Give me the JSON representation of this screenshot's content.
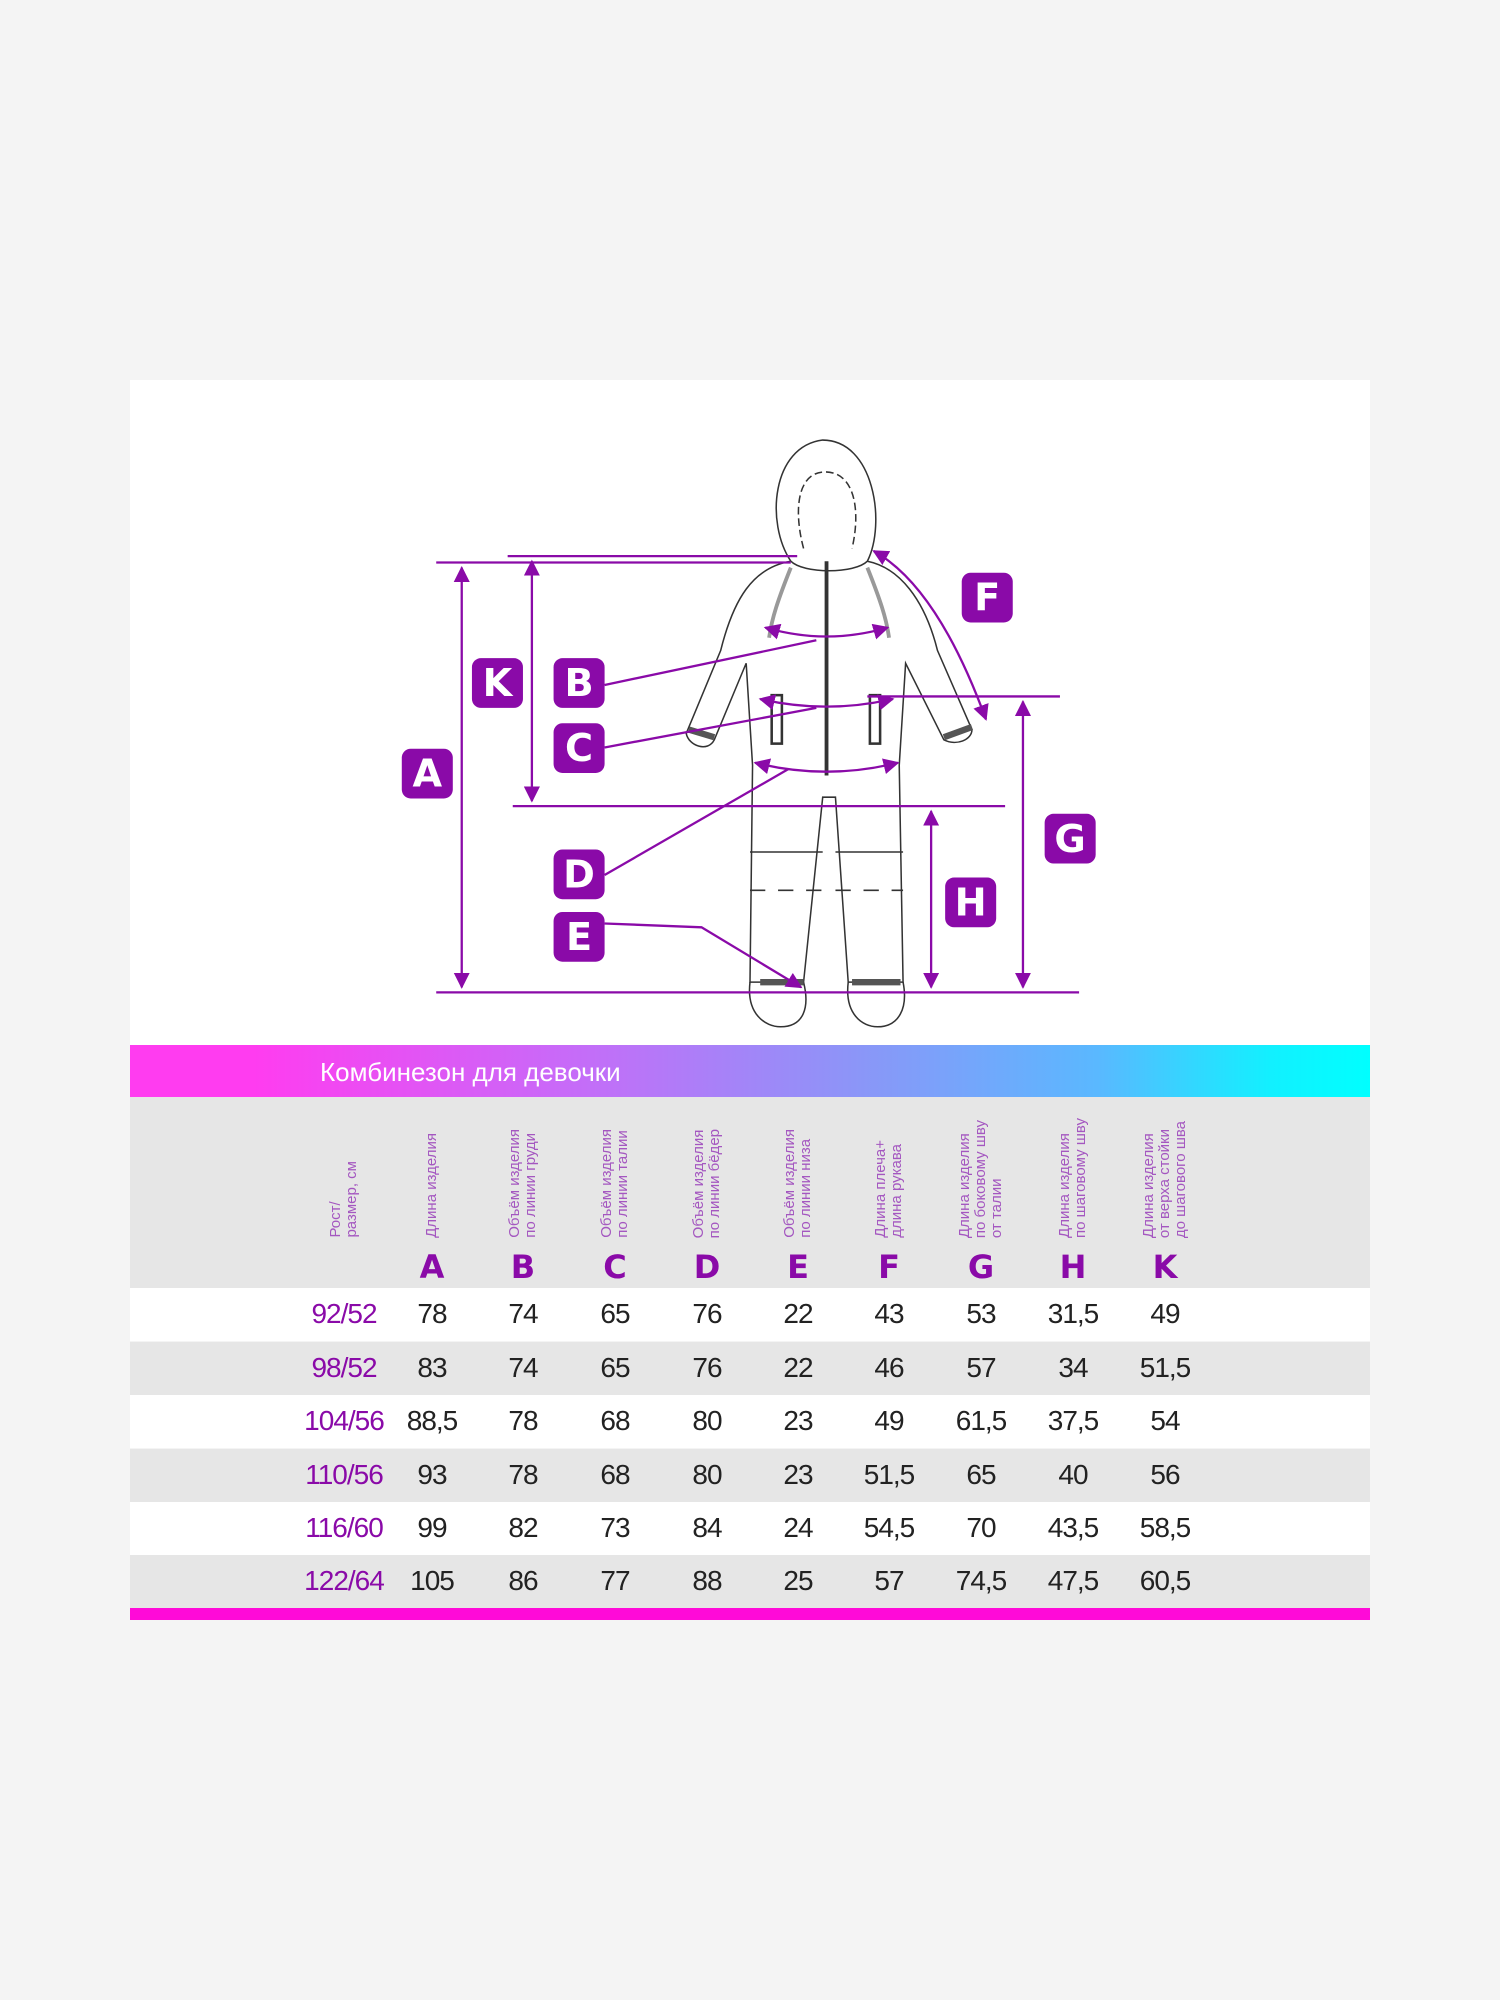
{
  "diagram": {
    "labels": [
      "A",
      "B",
      "C",
      "D",
      "E",
      "F",
      "G",
      "H",
      "K"
    ],
    "accent_color": "#8a0aa8"
  },
  "table": {
    "title": "Комбинезон для девочки",
    "size_header": "Рост/\nразмер, см",
    "columns": [
      {
        "letter": "A",
        "desc": "Длина изделия"
      },
      {
        "letter": "B",
        "desc": "Объём изделия\nпо линии груди"
      },
      {
        "letter": "C",
        "desc": "Объём изделия\nпо линии талии"
      },
      {
        "letter": "D",
        "desc": "Объём изделия\nпо линии бёдер"
      },
      {
        "letter": "E",
        "desc": "Объём изделия\nпо линии низа"
      },
      {
        "letter": "F",
        "desc": "Длина плеча+\nдлина рукава"
      },
      {
        "letter": "G",
        "desc": "Длина изделия\nпо боковому шву\nот талии"
      },
      {
        "letter": "H",
        "desc": "Длина изделия\nпо шаговому шву"
      },
      {
        "letter": "K",
        "desc": "Длина изделия\nот верха стойки\nдо шагового шва"
      }
    ],
    "rows": [
      {
        "size": "92/52",
        "values": [
          "78",
          "74",
          "65",
          "76",
          "22",
          "43",
          "53",
          "31,5",
          "49"
        ]
      },
      {
        "size": "98/52",
        "values": [
          "83",
          "74",
          "65",
          "76",
          "22",
          "46",
          "57",
          "34",
          "51,5"
        ]
      },
      {
        "size": "104/56",
        "values": [
          "88,5",
          "78",
          "68",
          "80",
          "23",
          "49",
          "61,5",
          "37,5",
          "54"
        ]
      },
      {
        "size": "110/56",
        "values": [
          "93",
          "78",
          "68",
          "80",
          "23",
          "51,5",
          "65",
          "40",
          "56"
        ]
      },
      {
        "size": "116/60",
        "values": [
          "99",
          "82",
          "73",
          "84",
          "24",
          "54,5",
          "70",
          "43,5",
          "58,5"
        ]
      },
      {
        "size": "122/64",
        "values": [
          "105",
          "86",
          "77",
          "88",
          "25",
          "57",
          "74,5",
          "47,5",
          "60,5"
        ]
      }
    ]
  }
}
